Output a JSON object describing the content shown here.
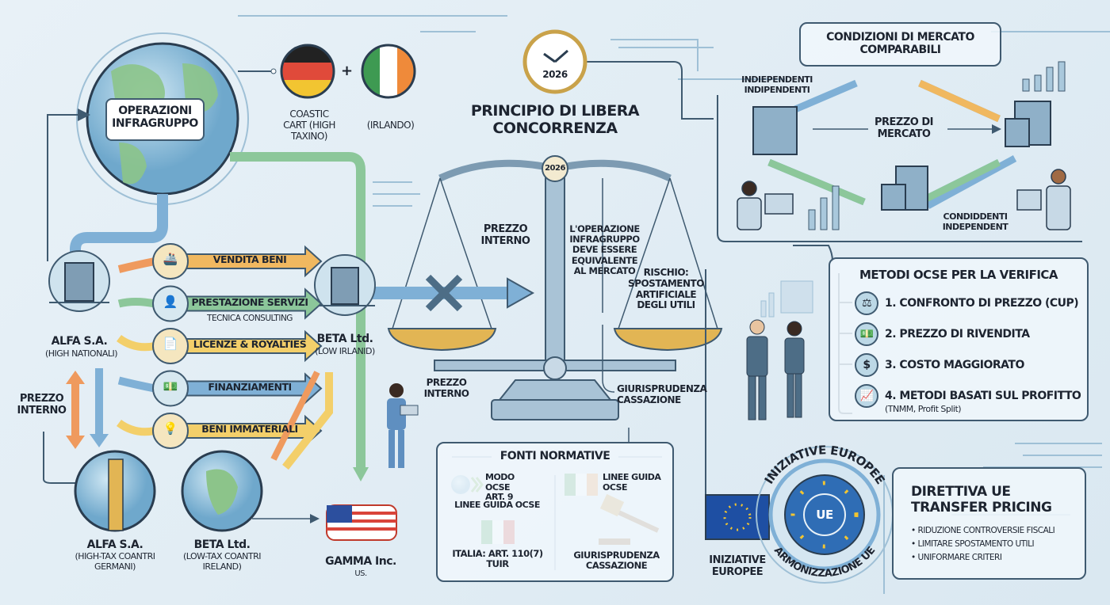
{
  "globe": {
    "label": "OPERAZIONI INFRAGRUPPO"
  },
  "flags": {
    "plus": "+",
    "germany_label": "COASTIC CART (HIGH TAXINO)",
    "ireland_label": "(IRLANDO)"
  },
  "clock": {
    "year": "2026"
  },
  "title": "PRINCIPIO DI LIBERA CONCORRENZA",
  "scale": {
    "year": "2026",
    "prezzo_interno_top": "PREZZO INTERNO",
    "principle": "L'OPERAZIONE INFRAGRUPPO DEVE ESSERE EQUIVALENTE AL MERCATO",
    "risk": "RISCHIO: SPOSTAMENTO ARTIFICIALE DEGLI UTILI",
    "prezzo_interno_bottom": "PREZZO INTERNO",
    "giurisprudenza": "GIURISPRUDENZA CASSAZIONE"
  },
  "entities": {
    "alfa_name": "ALFA S.A.",
    "alfa_sub": "(HIGH NATIONALI)",
    "beta_name": "BETA Ltd.",
    "beta_sub": "(LOW IRLANID)",
    "prezzo_interno": "PREZZO INTERNO"
  },
  "flows": [
    {
      "label": "VENDITA BENI",
      "icon": "ship-icon",
      "color": "#f0b860"
    },
    {
      "label": "PRESTAZIONE SERVIZI",
      "sub": "TECNICA CONSULTING",
      "icon": "consultant-icon",
      "color": "#8cc79a"
    },
    {
      "label": "LICENZE & ROYALTIES",
      "icon": "document-icon",
      "color": "#f3cf6a"
    },
    {
      "label": "FINANZIAMENTI",
      "icon": "money-icon",
      "color": "#7fb0d6"
    },
    {
      "label": "BENI IMMATERIALI",
      "icon": "lightbulb-icon",
      "color": "#f3cf6a"
    }
  ],
  "bottom_entities": [
    {
      "name": "ALFA S.A.",
      "sub": "(HIGH-TAX COANTRI GERMANI)"
    },
    {
      "name": "BETA Ltd.",
      "sub": "(LOW-TAX COANTRI IRELAND)"
    },
    {
      "name": "GAMMA Inc.",
      "sub": "US."
    }
  ],
  "market": {
    "title": "CONDIZIONI DI MERCATO COMPARABILI",
    "indep_top": "INDIEPENDENTI INDIPENDENTI",
    "price": "PREZZO DI MERCATO",
    "indep_bottom": "CONDIDDENTI INDEPENDENT"
  },
  "methods": {
    "title": "METODI OCSE PER LA VERIFICA",
    "items": [
      {
        "label": "1. CONFRONTO DI PREZZO (CUP)",
        "icon": "scale-icon"
      },
      {
        "label": "2. PREZZO DI RIVENDITA",
        "icon": "banknote-icon"
      },
      {
        "label": "3. COSTO MAGGIORATO",
        "icon": "dollar-hand-icon"
      },
      {
        "label": "4. METODI BASATI SUL PROFITTO",
        "sub": "(TNMM, Profit Split)",
        "icon": "growth-chart-icon"
      }
    ]
  },
  "fonti": {
    "title": "FONTI NORMATIVE",
    "modello": "MODO OCSE ART. 9",
    "linee1": "LINEE GUIDA OCSE",
    "italia": "ITALIA: ART. 110(7) TUIR",
    "linee2": "LINEE GUIDA OCSE",
    "giur": "GIURISPRUDENZA CASSAZIONE"
  },
  "eu": {
    "flag_label": "INIZIATIVE EUROPEE",
    "badge_top": "INIZIATIVE EUROPEE",
    "badge_center": "UE",
    "badge_bottom": "ARMONIZZAZIONE UE"
  },
  "directive": {
    "title": "DIRETTIVA UE TRANSFER PRICING",
    "bullets": [
      "• RIDUZIONE CONTROVERSIE FISCALI",
      "• LIMITARE SPOSTAMENTO UTILI",
      "• UNIFORMARE CRITERI"
    ]
  },
  "colors": {
    "navy": "#3f5a70",
    "blue": "#7fb0d6",
    "orange": "#ef9a5e",
    "green": "#8cc79a",
    "gold": "#e2b554",
    "eu": "#1e4fa3"
  }
}
